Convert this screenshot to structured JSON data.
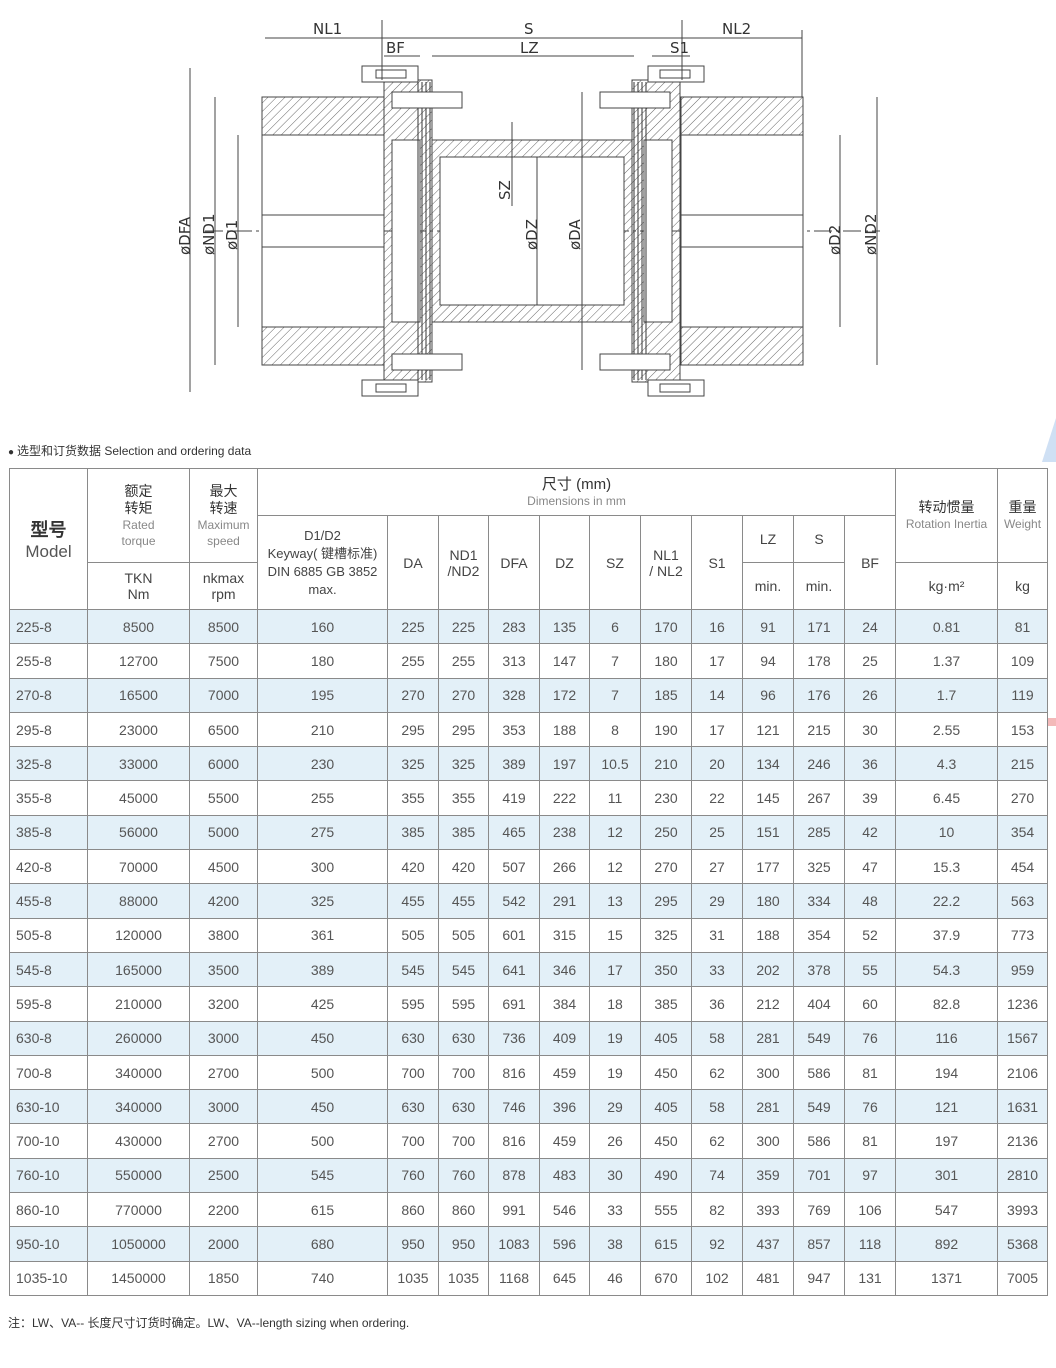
{
  "drawing": {
    "top_labels": {
      "nl1": "NL1",
      "s": "S",
      "nl2": "NL2",
      "bf": "BF",
      "lz": "LZ",
      "s1": "S1"
    },
    "left_labels": {
      "dfa": "øDFA",
      "nd1": "øND1",
      "d1": "øD1"
    },
    "center_labels": {
      "sz": "SZ",
      "dz": "øDZ",
      "da": "øDA"
    },
    "right_labels": {
      "d2": "øD2",
      "nd2": "øND2"
    }
  },
  "section_title": "选型和订货数据  Selection and ordering data",
  "table": {
    "headers": {
      "model_zh": "型号",
      "model_en": "Model",
      "torque_zh": "额定\n转矩",
      "torque_en": "Rated\ntorque",
      "torque_unit": "TKN\nNm",
      "speed_zh": "最大\n转速",
      "speed_en": "Maximum\nspeed",
      "speed_unit": "nkmax\nrpm",
      "dims_zh": "尺寸 (mm)",
      "dims_en": "Dimensions in mm",
      "keyway": "D1/D2\nKeyway( 键槽标准)\nDIN 6885 GB 3852\nmax.",
      "da": "DA",
      "nd": "ND1\n/ND2",
      "dfa": "DFA",
      "dz": "DZ",
      "sz": "SZ",
      "nl": "NL1\n/ NL2",
      "s1": "S1",
      "lz": "LZ",
      "s": "S",
      "min": "min.",
      "bf": "BF",
      "inertia_zh": "转动惯量",
      "inertia_en": "Rotation Inertia",
      "inertia_unit": "kg·m²",
      "weight_zh": "重量",
      "weight_en": "Weight",
      "weight_unit": "kg"
    },
    "rows": [
      [
        "225-8",
        "8500",
        "8500",
        "160",
        "225",
        "225",
        "283",
        "135",
        "6",
        "170",
        "16",
        "91",
        "171",
        "24",
        "0.81",
        "81"
      ],
      [
        "255-8",
        "12700",
        "7500",
        "180",
        "255",
        "255",
        "313",
        "147",
        "7",
        "180",
        "17",
        "94",
        "178",
        "25",
        "1.37",
        "109"
      ],
      [
        "270-8",
        "16500",
        "7000",
        "195",
        "270",
        "270",
        "328",
        "172",
        "7",
        "185",
        "14",
        "96",
        "176",
        "26",
        "1.7",
        "119"
      ],
      [
        "295-8",
        "23000",
        "6500",
        "210",
        "295",
        "295",
        "353",
        "188",
        "8",
        "190",
        "17",
        "121",
        "215",
        "30",
        "2.55",
        "153"
      ],
      [
        "325-8",
        "33000",
        "6000",
        "230",
        "325",
        "325",
        "389",
        "197",
        "10.5",
        "210",
        "20",
        "134",
        "246",
        "36",
        "4.3",
        "215"
      ],
      [
        "355-8",
        "45000",
        "5500",
        "255",
        "355",
        "355",
        "419",
        "222",
        "11",
        "230",
        "22",
        "145",
        "267",
        "39",
        "6.45",
        "270"
      ],
      [
        "385-8",
        "56000",
        "5000",
        "275",
        "385",
        "385",
        "465",
        "238",
        "12",
        "250",
        "25",
        "151",
        "285",
        "42",
        "10",
        "354"
      ],
      [
        "420-8",
        "70000",
        "4500",
        "300",
        "420",
        "420",
        "507",
        "266",
        "12",
        "270",
        "27",
        "177",
        "325",
        "47",
        "15.3",
        "454"
      ],
      [
        "455-8",
        "88000",
        "4200",
        "325",
        "455",
        "455",
        "542",
        "291",
        "13",
        "295",
        "29",
        "180",
        "334",
        "48",
        "22.2",
        "563"
      ],
      [
        "505-8",
        "120000",
        "3800",
        "361",
        "505",
        "505",
        "601",
        "315",
        "15",
        "325",
        "31",
        "188",
        "354",
        "52",
        "37.9",
        "773"
      ],
      [
        "545-8",
        "165000",
        "3500",
        "389",
        "545",
        "545",
        "641",
        "346",
        "17",
        "350",
        "33",
        "202",
        "378",
        "55",
        "54.3",
        "959"
      ],
      [
        "595-8",
        "210000",
        "3200",
        "425",
        "595",
        "595",
        "691",
        "384",
        "18",
        "385",
        "36",
        "212",
        "404",
        "60",
        "82.8",
        "1236"
      ],
      [
        "630-8",
        "260000",
        "3000",
        "450",
        "630",
        "630",
        "736",
        "409",
        "19",
        "405",
        "58",
        "281",
        "549",
        "76",
        "116",
        "1567"
      ],
      [
        "700-8",
        "340000",
        "2700",
        "500",
        "700",
        "700",
        "816",
        "459",
        "19",
        "450",
        "62",
        "300",
        "586",
        "81",
        "194",
        "2106"
      ],
      [
        "630-10",
        "340000",
        "3000",
        "450",
        "630",
        "630",
        "746",
        "396",
        "29",
        "405",
        "58",
        "281",
        "549",
        "76",
        "121",
        "1631"
      ],
      [
        "700-10",
        "430000",
        "2700",
        "500",
        "700",
        "700",
        "816",
        "459",
        "26",
        "450",
        "62",
        "300",
        "586",
        "81",
        "197",
        "2136"
      ],
      [
        "760-10",
        "550000",
        "2500",
        "545",
        "760",
        "760",
        "878",
        "483",
        "30",
        "490",
        "74",
        "359",
        "701",
        "97",
        "301",
        "2810"
      ],
      [
        "860-10",
        "770000",
        "2200",
        "615",
        "860",
        "860",
        "991",
        "546",
        "33",
        "555",
        "82",
        "393",
        "769",
        "106",
        "547",
        "3993"
      ],
      [
        "950-10",
        "1050000",
        "2000",
        "680",
        "950",
        "950",
        "1083",
        "596",
        "38",
        "615",
        "92",
        "437",
        "857",
        "118",
        "892",
        "5368"
      ],
      [
        "1035-10",
        "1450000",
        "1850",
        "740",
        "1035",
        "1035",
        "1168",
        "645",
        "46",
        "670",
        "102",
        "481",
        "947",
        "131",
        "1371",
        "7005"
      ]
    ]
  },
  "footnote": "注：LW、VA-- 长度尺寸订货时确定。LW、VA--length sizing when ordering."
}
